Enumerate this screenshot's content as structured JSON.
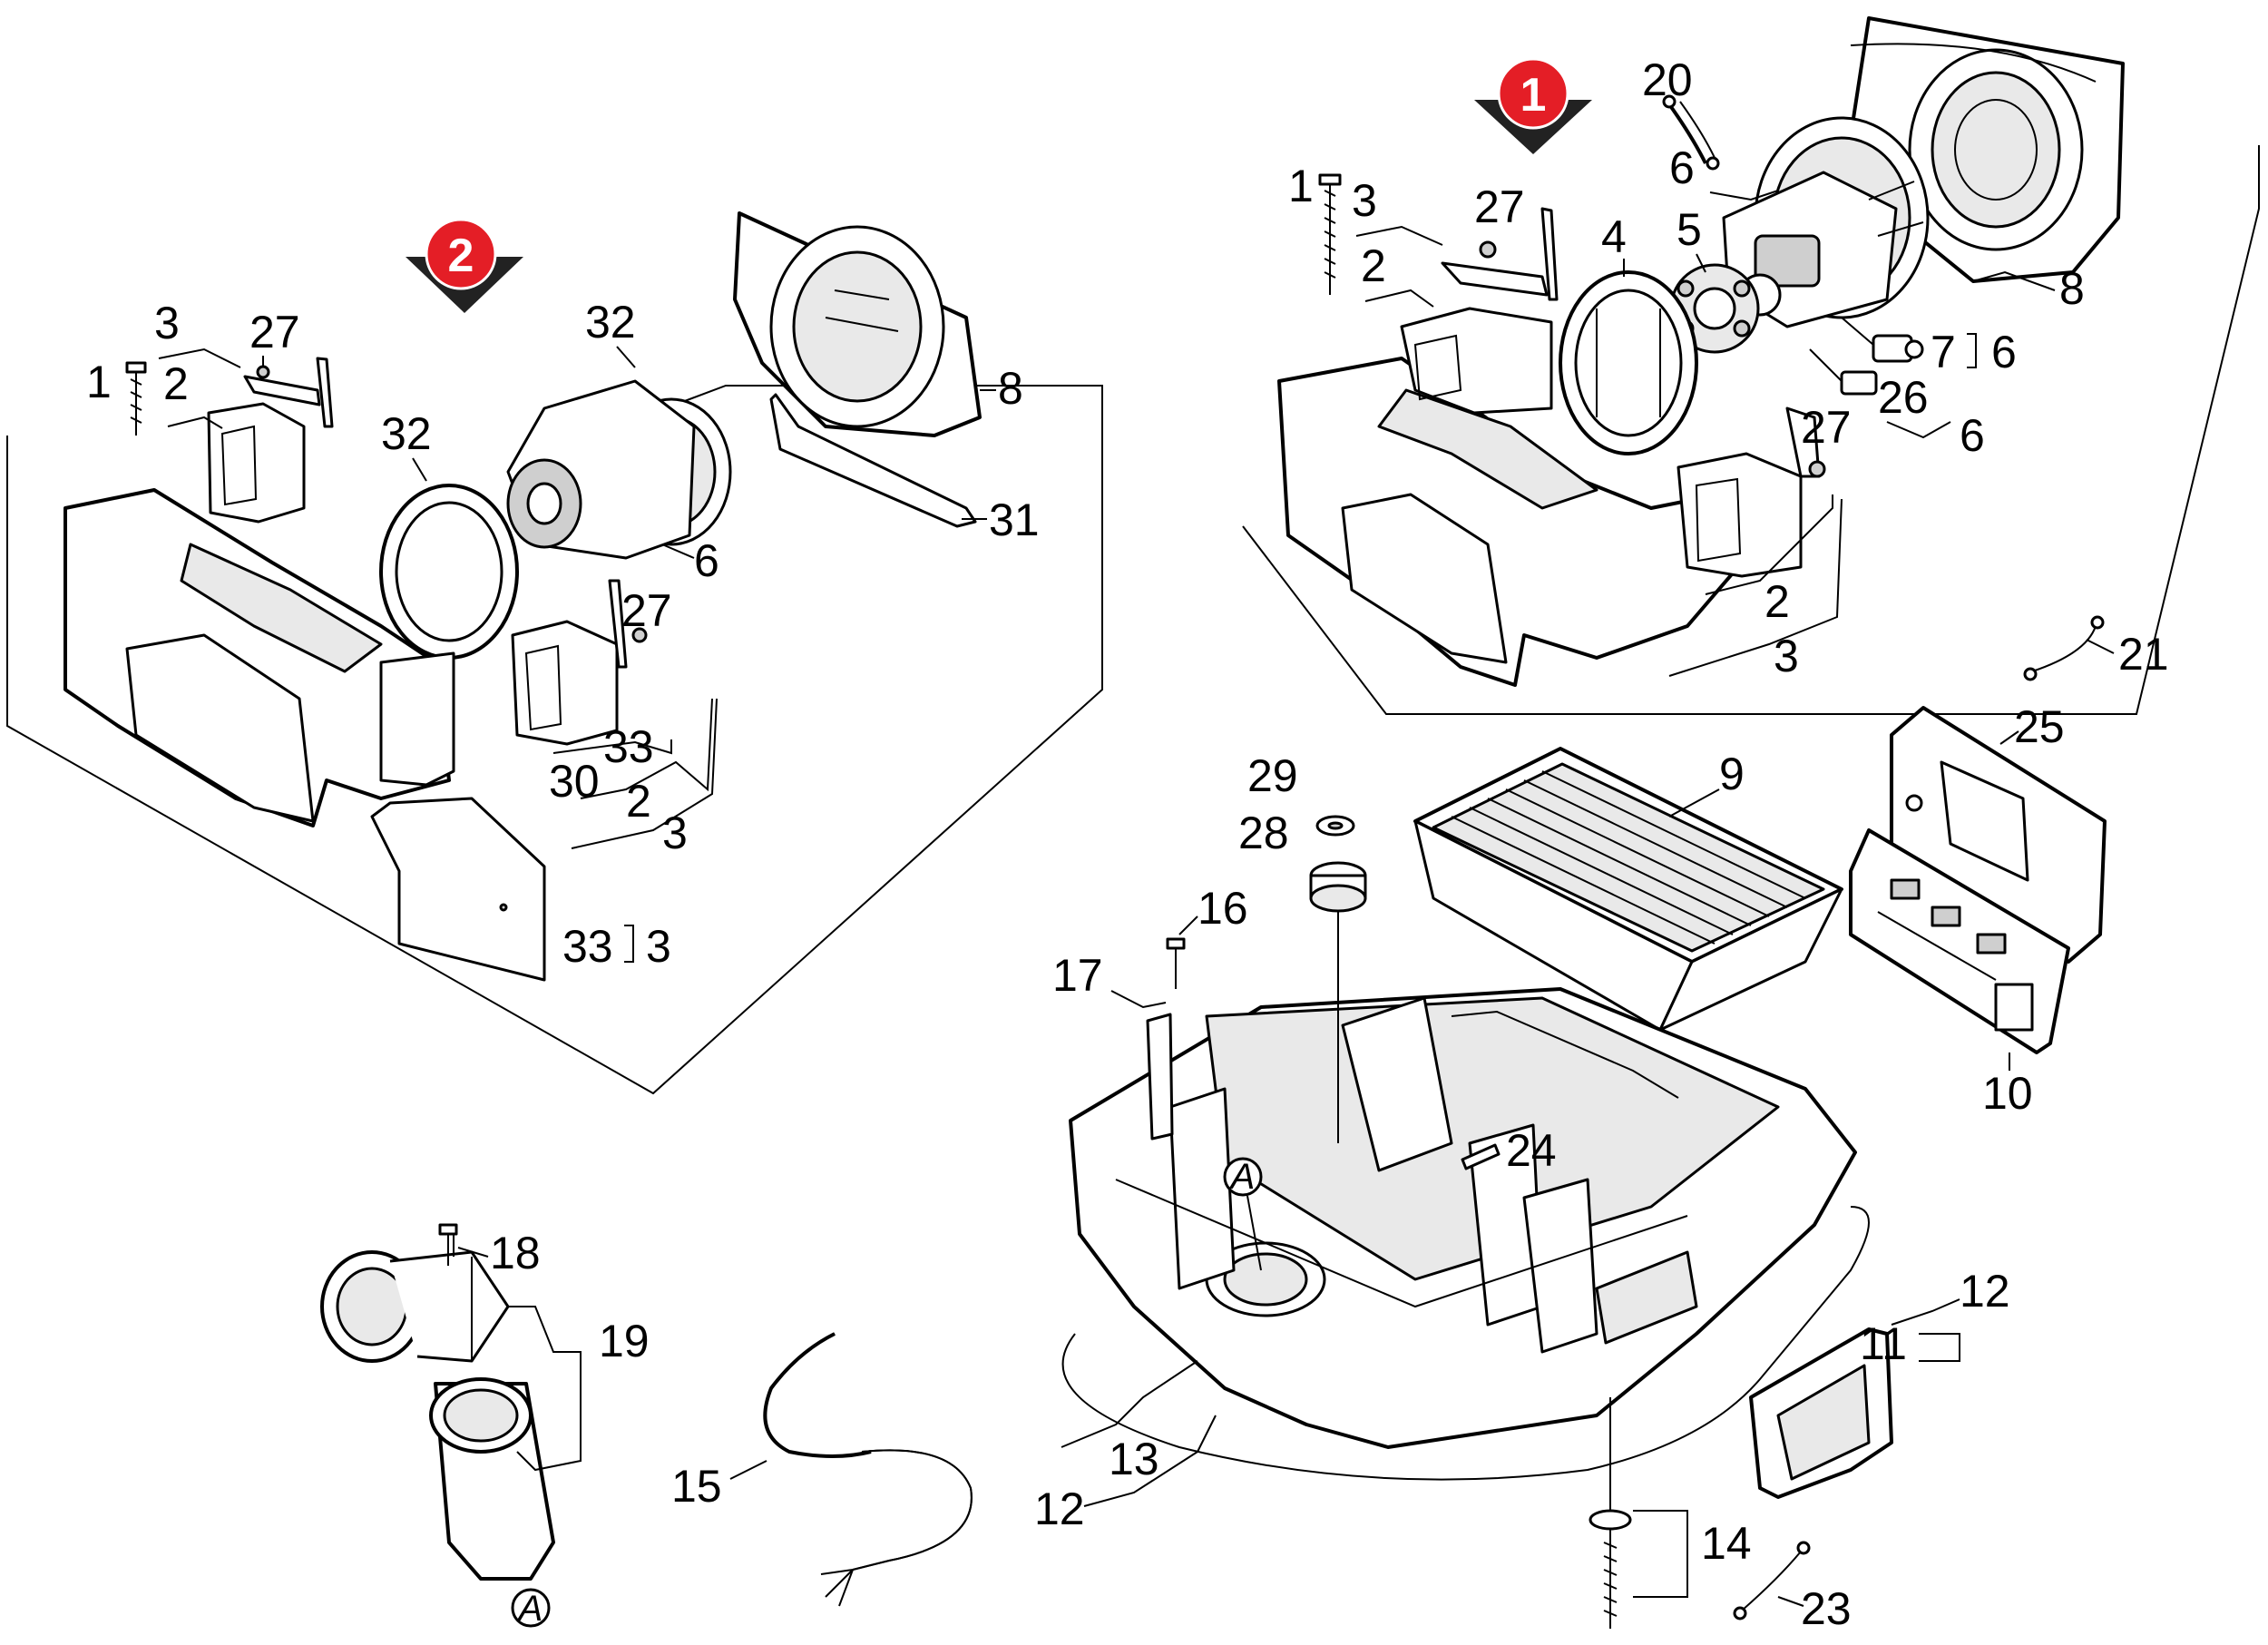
{
  "markers": {
    "assembly_1": "1",
    "assembly_2": "2"
  },
  "colors": {
    "marker_red": "#e41e26",
    "marker_shadow": "#222222",
    "line": "#000000"
  },
  "refs": {
    "connection_a": "A"
  },
  "labels": {
    "a1_1": "1",
    "a1_3": "3",
    "a1_2": "2",
    "a1_27a": "27",
    "a1_4": "4",
    "a1_5": "5",
    "a1_20": "20",
    "a1_6a": "6",
    "a1_8": "8",
    "a1_7": "7",
    "a1_6b": "6",
    "a1_26": "26",
    "a1_6c": "6",
    "a1_27b": "27",
    "a1_2b": "2",
    "a1_3b": "3",
    "a1_21": "21",
    "a2_3": "3",
    "a2_27a": "27",
    "a2_1": "1",
    "a2_2": "2",
    "a2_32a": "32",
    "a2_32b": "32",
    "a2_8": "8",
    "a2_31": "31",
    "a2_6": "6",
    "a2_27b": "27",
    "a2_33a": "33",
    "a2_30": "30",
    "a2_2b": "2",
    "a2_3b": "3",
    "a2_33b": "33",
    "a2_3c": "3",
    "b_25": "25",
    "b_9": "9",
    "b_29": "29",
    "b_28": "28",
    "b_16": "16",
    "b_17": "17",
    "b_10": "10",
    "b_24": "24",
    "b_18": "18",
    "b_19": "19",
    "b_12a": "12",
    "b_11": "11",
    "b_15": "15",
    "b_13": "13",
    "b_12b": "12",
    "b_14": "14",
    "b_23": "23"
  }
}
